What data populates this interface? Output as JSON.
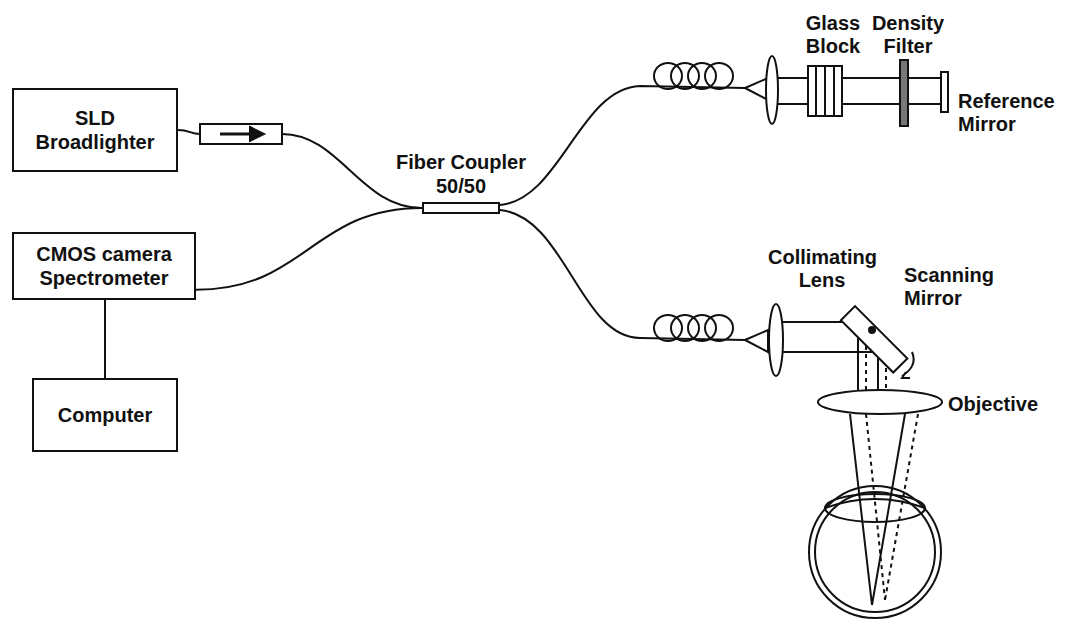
{
  "diagram": {
    "nodes": [
      {
        "text": [
          "SLD Broadlighter"
        ]
      },
      {
        "text": [
          "Fiber Coupler 50/50"
        ]
      },
      {
        "text": [
          "CMOS camera Spectrometer"
        ]
      },
      {
        "text": [
          "Computer"
        ]
      }
    ],
    "edges": [
      {
        "from": 0,
        "to": 1,
        "arrow": "none"
      },
      {
        "from": 2,
        "to": 1,
        "arrow": "none"
      },
      {
        "from": 2,
        "to": 3,
        "arrow": "none"
      }
    ],
    "labels": [
      "Glass Block",
      "Density Filter",
      "Reference Mirror",
      "Collimating Lens",
      "Scanning Mirror",
      "Objective"
    ]
  }
}
